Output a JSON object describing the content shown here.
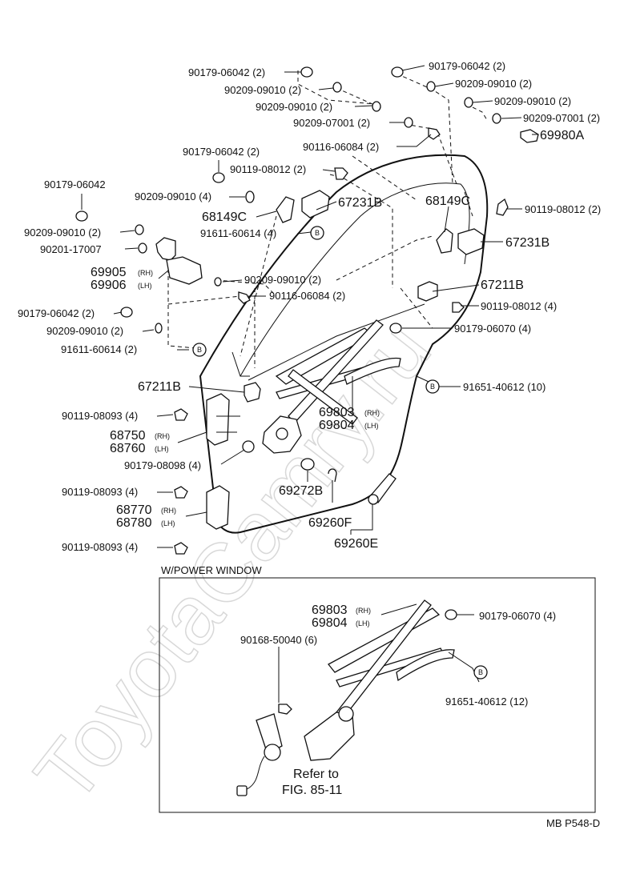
{
  "watermark": "ToyotaCamry.ru",
  "section_title": "W/POWER WINDOW",
  "figure_code": "MB P548-D",
  "refer_note": [
    "Refer to",
    "FIG. 85-11"
  ],
  "callout_symbol": "B",
  "labels": [
    {
      "id": "90179-06042-tr",
      "text": "90179-06042 (2)"
    },
    {
      "id": "90209-09010-tr1",
      "text": "90209-09010 (2)"
    },
    {
      "id": "90209-09010-tr2",
      "text": "90209-09010 (2)"
    },
    {
      "id": "90209-07001-tr",
      "text": "90209-07001 (2)"
    },
    {
      "id": "69980A",
      "text": "69980A"
    },
    {
      "id": "90179-06042-tc",
      "text": "90179-06042 (2)"
    },
    {
      "id": "90209-09010-tc1",
      "text": "90209-09010 (2)"
    },
    {
      "id": "90209-09010-tc2",
      "text": "90209-09010 (2)"
    },
    {
      "id": "90209-07001-tc",
      "text": "90209-07001 (2)"
    },
    {
      "id": "90116-06084-tc",
      "text": "90116-06084 (2)"
    },
    {
      "id": "90179-06042-m",
      "text": "90179-06042 (2)"
    },
    {
      "id": "90119-08012-m",
      "text": "90119-08012 (2)"
    },
    {
      "id": "90209-09010-m4",
      "text": "90209-09010 (4)"
    },
    {
      "id": "68149C-l",
      "text": "68149C"
    },
    {
      "id": "67231B-l",
      "text": "67231B"
    },
    {
      "id": "91611-60614-4",
      "text": "91611-60614 (4)"
    },
    {
      "id": "68149C-r",
      "text": "68149C"
    },
    {
      "id": "90119-08012-r",
      "text": "90119-08012 (2)"
    },
    {
      "id": "67231B-r",
      "text": "67231B"
    },
    {
      "id": "90179-06042-l",
      "text": "90179-06042"
    },
    {
      "id": "90209-09010-l",
      "text": "90209-09010 (2)"
    },
    {
      "id": "90201-17007",
      "text": "90201-17007"
    },
    {
      "id": "69905",
      "text": "69905"
    },
    {
      "id": "69906",
      "text": "69906"
    },
    {
      "id": "90209-09010-ml",
      "text": "90209-09010 (2)"
    },
    {
      "id": "90116-06084-ml",
      "text": "90116-06084 (2)"
    },
    {
      "id": "67211B-r",
      "text": "67211B"
    },
    {
      "id": "90119-08012-4",
      "text": "90119-08012 (4)"
    },
    {
      "id": "90179-06042-l2",
      "text": "90179-06042 (2)"
    },
    {
      "id": "90209-09010-l2",
      "text": "90209-09010 (2)"
    },
    {
      "id": "91611-60614-2",
      "text": "91611-60614 (2)"
    },
    {
      "id": "90179-06070-4",
      "text": "90179-06070 (4)"
    },
    {
      "id": "67211B-l",
      "text": "67211B"
    },
    {
      "id": "91651-40612-10",
      "text": "91651-40612 (10)"
    },
    {
      "id": "90119-08093-a",
      "text": "90119-08093 (4)"
    },
    {
      "id": "69803",
      "text": "69803"
    },
    {
      "id": "69804",
      "text": "69804"
    },
    {
      "id": "68750",
      "text": "68750"
    },
    {
      "id": "68760",
      "text": "68760"
    },
    {
      "id": "90179-08098",
      "text": "90179-08098 (4)"
    },
    {
      "id": "90119-08093-b",
      "text": "90119-08093 (4)"
    },
    {
      "id": "69272B",
      "text": "69272B"
    },
    {
      "id": "68770",
      "text": "68770"
    },
    {
      "id": "68780",
      "text": "68780"
    },
    {
      "id": "69260F",
      "text": "69260F"
    },
    {
      "id": "90119-08093-c",
      "text": "90119-08093 (4)"
    },
    {
      "id": "69260E",
      "text": "69260E"
    },
    {
      "id": "69803-pw",
      "text": "69803"
    },
    {
      "id": "69804-pw",
      "text": "69804"
    },
    {
      "id": "90179-06070-pw",
      "text": "90179-06070 (4)"
    },
    {
      "id": "90168-50040",
      "text": "90168-50040 (6)"
    },
    {
      "id": "91651-40612-12",
      "text": "91651-40612 (12)"
    }
  ],
  "side_tags": [
    {
      "id": "69905-tag",
      "text": "(RH)"
    },
    {
      "id": "69906-tag",
      "text": "(LH)"
    },
    {
      "id": "69803-tag",
      "text": "(RH)"
    },
    {
      "id": "69804-tag",
      "text": "(LH)"
    },
    {
      "id": "68750-tag",
      "text": "(RH)"
    },
    {
      "id": "68760-tag",
      "text": "(LH)"
    },
    {
      "id": "68770-tag",
      "text": "(RH)"
    },
    {
      "id": "68780-tag",
      "text": "(LH)"
    },
    {
      "id": "69803-pw-tag",
      "text": "(RH)"
    },
    {
      "id": "69804-pw-tag",
      "text": "(LH)"
    }
  ]
}
